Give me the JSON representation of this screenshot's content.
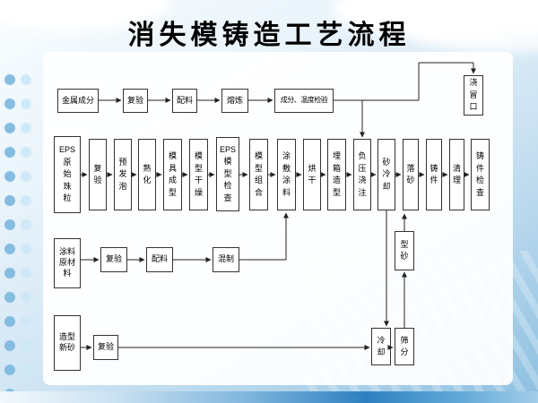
{
  "slide": {
    "title": "消失模铸造工艺流程"
  },
  "nodes": {
    "metal": "金属成分",
    "metal_recheck": "复验",
    "metal_batching": "配料",
    "melting": "熔炼",
    "comp_temp_check": "成分、温度检验",
    "riser": "浇\n冒\n口",
    "eps_beads": "EPS\n原\n始\n珠\n粒",
    "eps_recheck": "复\n验",
    "pre_foaming": "预\n发\n泡",
    "curing": "熟\n化",
    "mold_forming": "模\n具\n成\n型",
    "pattern_drying": "模\n型\n干\n燥",
    "eps_pattern_check": "EPS\n模\n型\n检\n查",
    "pattern_assembly": "模\n型\n组\n合",
    "coating_apply": "涂\n敷\n涂\n料",
    "drying": "烘\n干",
    "flask_molding": "埋\n箱\n造\n型",
    "vacuum_pouring": "负\n压\n浇\n注",
    "sand_cooling": "砂\n冷\n却",
    "shakeout": "落\n砂",
    "casting": "铸\n件",
    "cleaning": "清\n理",
    "casting_check": "铸\n件\n检\n查",
    "coating_raw": "涂料\n原材\n料",
    "coating_recheck": "复验",
    "coating_batching": "配料",
    "mixing": "混制",
    "new_sand": "造型\n新砂",
    "sand_recheck": "复验",
    "cooling": "冷\n却",
    "screening": "筛\n分",
    "molding_sand": "型\n砂"
  }
}
